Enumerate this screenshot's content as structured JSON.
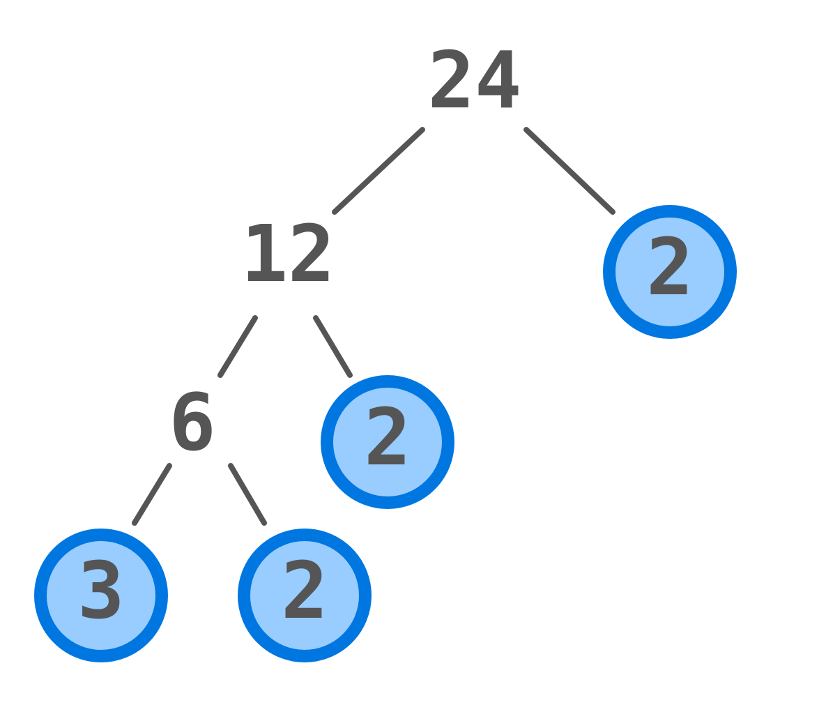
{
  "tree": {
    "root": {
      "value": "24"
    },
    "nodes": [
      {
        "id": "n24",
        "value": "24",
        "prime": false
      },
      {
        "id": "n12",
        "value": "12",
        "prime": false
      },
      {
        "id": "n2a",
        "value": "2",
        "prime": true
      },
      {
        "id": "n6",
        "value": "6",
        "prime": false
      },
      {
        "id": "n2b",
        "value": "2",
        "prime": true
      },
      {
        "id": "n3",
        "value": "3",
        "prime": true
      },
      {
        "id": "n2c",
        "value": "2",
        "prime": true
      }
    ],
    "edges": [
      [
        "n24",
        "n12"
      ],
      [
        "n24",
        "n2a"
      ],
      [
        "n12",
        "n6"
      ],
      [
        "n12",
        "n2b"
      ],
      [
        "n6",
        "n3"
      ],
      [
        "n6",
        "n2c"
      ]
    ]
  },
  "colors": {
    "text": "#555555",
    "prime_fill": "#99ccff",
    "prime_stroke": "#0077e0"
  }
}
